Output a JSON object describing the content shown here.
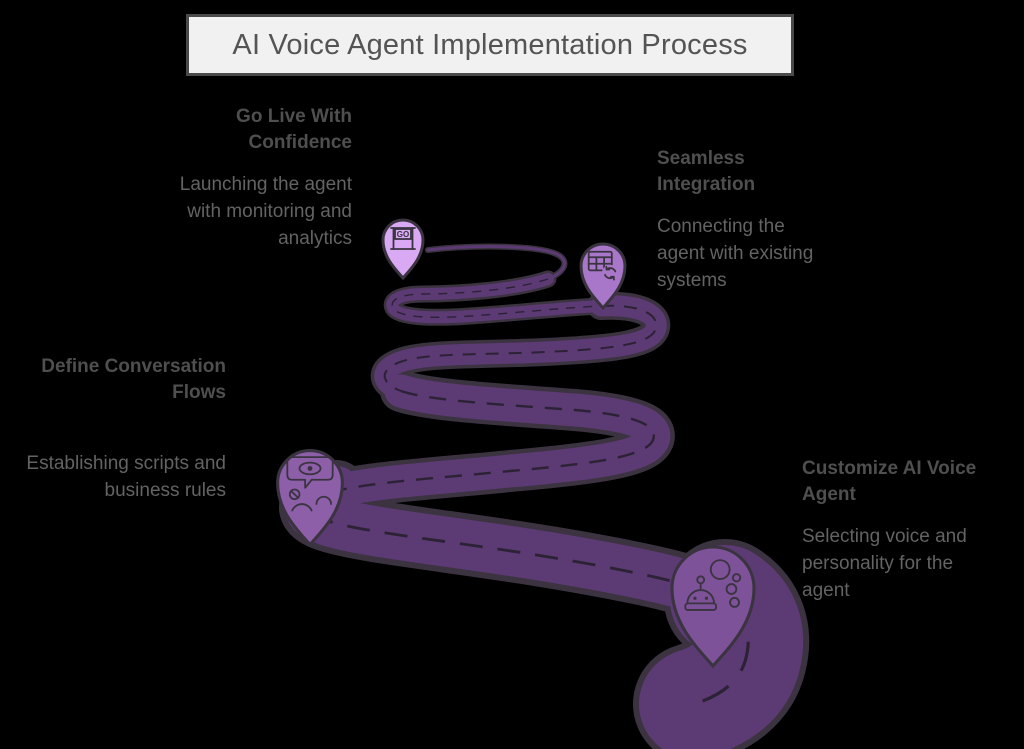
{
  "title": "AI Voice Agent Implementation Process",
  "milestones": [
    {
      "id": "go-live-with-confidence",
      "heading": "Go Live With Confidence",
      "description": "Launching the agent with monitoring and analytics",
      "icon": "go-sign-icon",
      "sign_text": "GO",
      "pin_color": "#d9a9f4"
    },
    {
      "id": "seamless-integration",
      "heading": "Seamless Integration",
      "description": "Connecting the agent with existing systems",
      "icon": "table-sync-icon",
      "pin_color": "#a977c9"
    },
    {
      "id": "define-conversation-flows",
      "heading": "Define Conversation Flows",
      "description": "Establishing scripts and business rules",
      "icon": "eye-speech-bubble-icon",
      "pin_color": "#8d5fa9"
    },
    {
      "id": "customize-ai-voice-agent",
      "heading": "Customize AI Voice Agent",
      "description": "Selecting voice and personality for the agent",
      "icon": "robot-bubbles-icon",
      "pin_color": "#7d5299"
    }
  ],
  "road": {
    "fill_color": "#5c3a73",
    "outline_color": "#3b3340",
    "dash_color": "#2c2235"
  },
  "title_box": {
    "background": "#f1f1f1",
    "border_color": "#4a4a4a",
    "text_color": "#545454"
  },
  "text_colors": {
    "heading": "#4f4f4f",
    "body": "#636363"
  },
  "background_color": "#000000"
}
